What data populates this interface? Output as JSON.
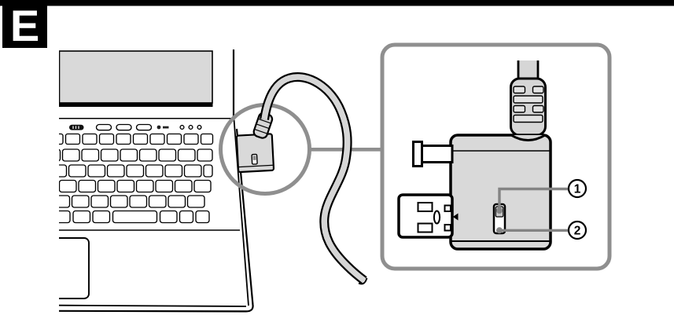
{
  "figure": {
    "label": "E"
  },
  "callouts": [
    {
      "label": "1"
    },
    {
      "label": "2"
    }
  ],
  "colors": {
    "outline_black": "#000000",
    "panel_gray": "#d9d9d9",
    "cable_gray": "#d6d6d6",
    "ridge_gray": "#e3e3e3",
    "accent_gray": "#8f8f8f",
    "white": "#ffffff"
  }
}
